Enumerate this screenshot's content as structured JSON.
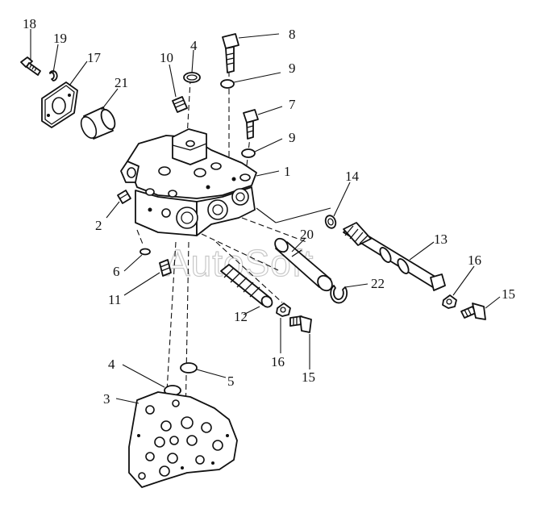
{
  "watermark": "AutoSoft",
  "callouts": {
    "c18": "18",
    "c19": "19",
    "c17": "17",
    "c21": "21",
    "c10": "10",
    "c4a": "4",
    "c8": "8",
    "c9a": "9",
    "c7": "7",
    "c9b": "9",
    "c1": "1",
    "c14": "14",
    "c2": "2",
    "c20": "20",
    "c13": "13",
    "c6": "6",
    "c16a": "16",
    "c11": "11",
    "c22": "22",
    "c15a": "15",
    "c12": "12",
    "c16b": "16",
    "c15b": "15",
    "c4b": "4",
    "c5": "5",
    "c3": "3"
  }
}
